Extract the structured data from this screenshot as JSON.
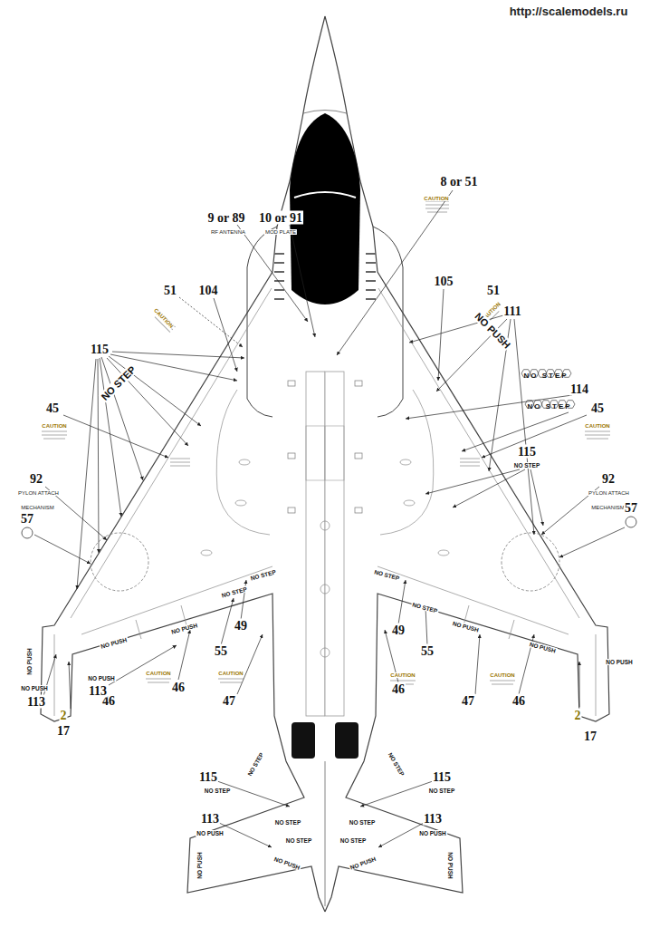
{
  "diagram": {
    "labels": [
      "http://scalemodels.ru",
      "8 or 51",
      "CAUTION",
      "9 or 89",
      "RF ANTENNA",
      "10 or 91",
      "MOD PLATE",
      "51",
      "CAUTION",
      "104",
      "105",
      "51",
      "CAUTION",
      "111",
      "NO PUSH",
      "115",
      "NO STEP",
      "NO STEP",
      "114",
      "NO STEP",
      "45",
      "CAUTION",
      "45",
      "CAUTION",
      "115",
      "NO STEP",
      "92",
      "PYLON ATTACH MECHANISM",
      "92",
      "PYLON ATTACH MECHANISM",
      "57",
      "57",
      "NO STEP",
      "NO STEP",
      "NO PUSH",
      "NO PUSH",
      "49",
      "55",
      "CAUTION",
      "CAUTION",
      "46",
      "47",
      "46",
      "NO STEP",
      "NO STEP",
      "NO PUSH",
      "NO PUSH",
      "49",
      "55",
      "CAUTION",
      "CAUTION",
      "46",
      "47",
      "46",
      "NO PUSH",
      "NO PUSH",
      "113",
      "NO PUSH",
      "113",
      "2",
      "17",
      "2",
      "17",
      "NO PUSH",
      "NO STEP",
      "115",
      "NO STEP",
      "115",
      "NO STEP",
      "NO STEP",
      "113",
      "NO PUSH",
      "113",
      "NO PUSH",
      "NO PUSH",
      "NO PUSH",
      "NO STEP",
      "NO STEP",
      "NO STEP",
      "NO STEP",
      "NO PUSH",
      "NO PUSH"
    ]
  }
}
